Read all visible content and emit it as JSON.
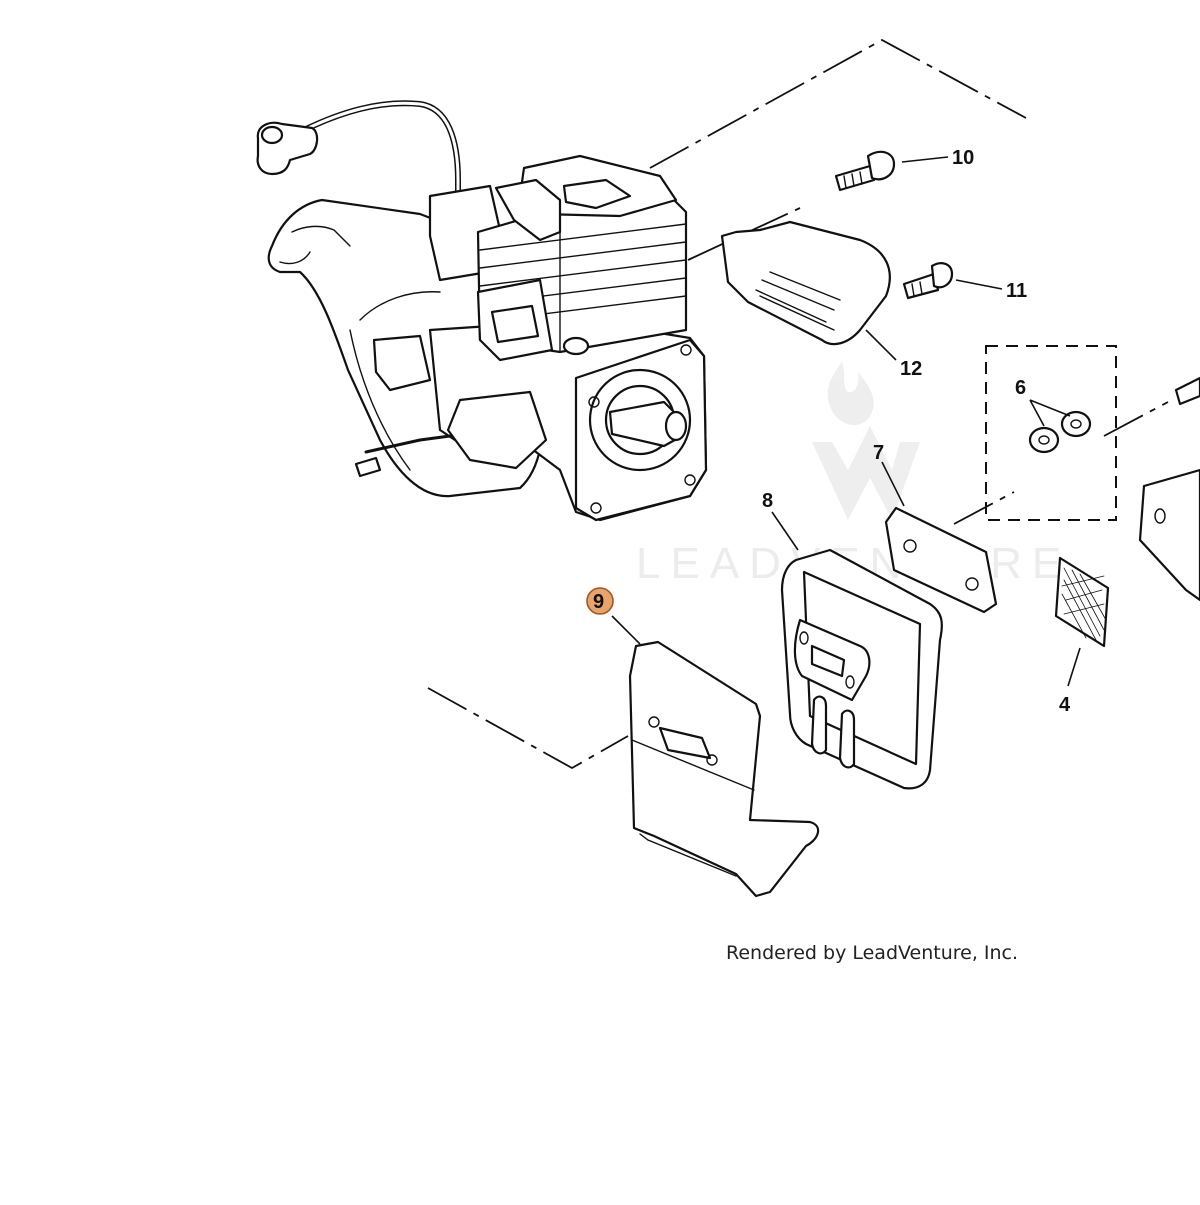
{
  "diagram": {
    "callouts": [
      {
        "id": "10",
        "label": "10",
        "highlighted": false
      },
      {
        "id": "11",
        "label": "11",
        "highlighted": false
      },
      {
        "id": "12",
        "label": "12",
        "highlighted": false
      },
      {
        "id": "6",
        "label": "6",
        "highlighted": false
      },
      {
        "id": "7",
        "label": "7",
        "highlighted": false
      },
      {
        "id": "8",
        "label": "8",
        "highlighted": false
      },
      {
        "id": "9",
        "label": "9",
        "highlighted": true
      },
      {
        "id": "4",
        "label": "4",
        "highlighted": false
      }
    ],
    "highlight_color": "#e8a46a",
    "credit": "Rendered by LeadVenture, Inc.",
    "watermark": "LEADVENTURE"
  }
}
